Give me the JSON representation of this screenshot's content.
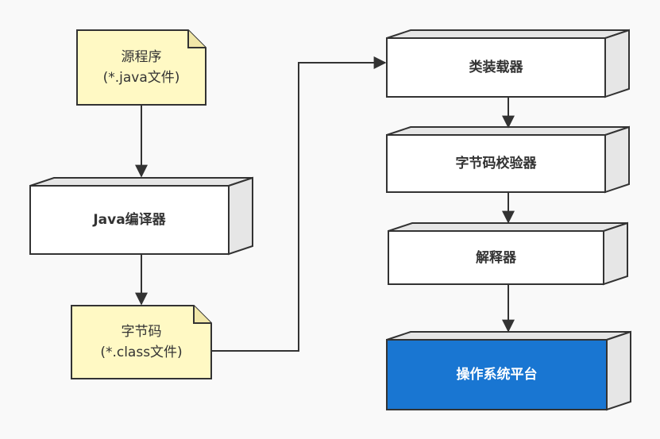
{
  "nodes": {
    "source": {
      "line1": "源程序",
      "line2": "(*.java文件)"
    },
    "compiler": {
      "label": "Java编译器"
    },
    "bytecode": {
      "line1": "字节码",
      "line2": "(*.class文件)"
    },
    "classloader": {
      "label": "类装载器"
    },
    "verifier": {
      "label": "字节码校验器"
    },
    "interpreter": {
      "label": "解释器"
    },
    "os": {
      "label": "操作系统平台"
    }
  },
  "colors": {
    "note_fill": "#fff9c4",
    "box_fill": "#ffffff",
    "box_side": "#e6e6e6",
    "highlight_fill": "#1976d2",
    "stroke": "#333333",
    "background": "#f9f9f9"
  }
}
